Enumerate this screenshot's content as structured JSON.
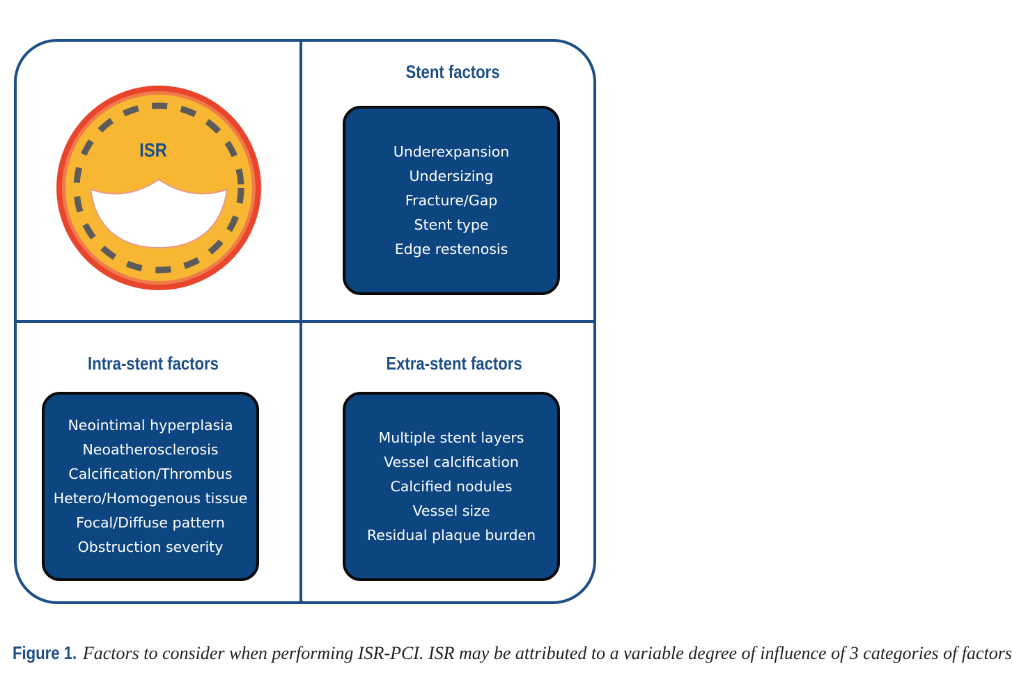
{
  "diagram": {
    "center_label": "ISR",
    "quadrants": {
      "stent": {
        "title": "Stent factors",
        "items": [
          "Underexpansion",
          "Undersizing",
          "Fracture/Gap",
          "Stent type",
          "Edge restenosis"
        ]
      },
      "intra": {
        "title": "Intra-stent factors",
        "items": [
          "Neointimal hyperplasia",
          "Neoatherosclerosis",
          "Calcification/Thrombus",
          "Hetero/Homogenous tissue",
          "Focal/Diffuse pattern",
          "Obstruction severity"
        ]
      },
      "extra": {
        "title": "Extra-stent factors",
        "items": [
          "Multiple stent layers",
          "Vessel calcification",
          "Calcified nodules",
          "Vessel size",
          "Residual plaque burden"
        ]
      }
    },
    "colors": {
      "frame": "#1d4f86",
      "box_fill": "#0c4580",
      "vessel_outer": "#e8452c",
      "vessel_wall": "#f7b733",
      "struts": "#5b5b5b"
    }
  },
  "caption": {
    "label": "Figure 1.",
    "text": "Factors to consider when performing ISR-PCI. ISR may be attributed to a variable degree of influence of 3 categories of factors"
  }
}
